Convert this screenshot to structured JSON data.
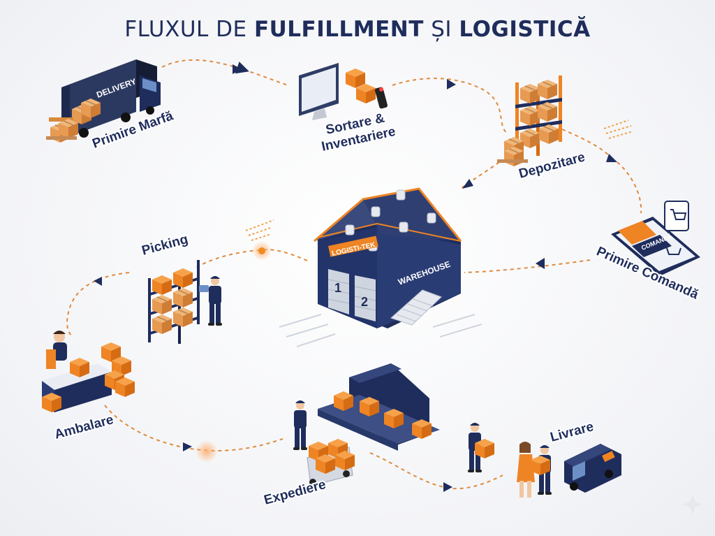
{
  "title": {
    "part1": "FLUXUL DE ",
    "part2": "FULFILLMENT",
    "part3": " ȘI ",
    "part4": "LOGISTICĂ"
  },
  "steps": {
    "receiving": "Primire Marfă",
    "sorting_line1": "Sortare &",
    "sorting_line2": "Inventariere",
    "storage": "Depozitare",
    "order": "Primire Comandă",
    "picking": "Picking",
    "packing": "Ambalare",
    "shipping": "Expediere",
    "delivery": "Livrare"
  },
  "props": {
    "truck_text": "DELIVERY",
    "warehouse_brand": "LOGISTI-TEK",
    "warehouse_sign": "WAREHOUSE",
    "dock1": "1",
    "dock2": "2",
    "phone_button": "COMANDĂ"
  },
  "colors": {
    "navy": "#1f2d5c",
    "orange": "#f08a24",
    "dashed_line": "#e08a3c",
    "box": "#e9a05a"
  }
}
